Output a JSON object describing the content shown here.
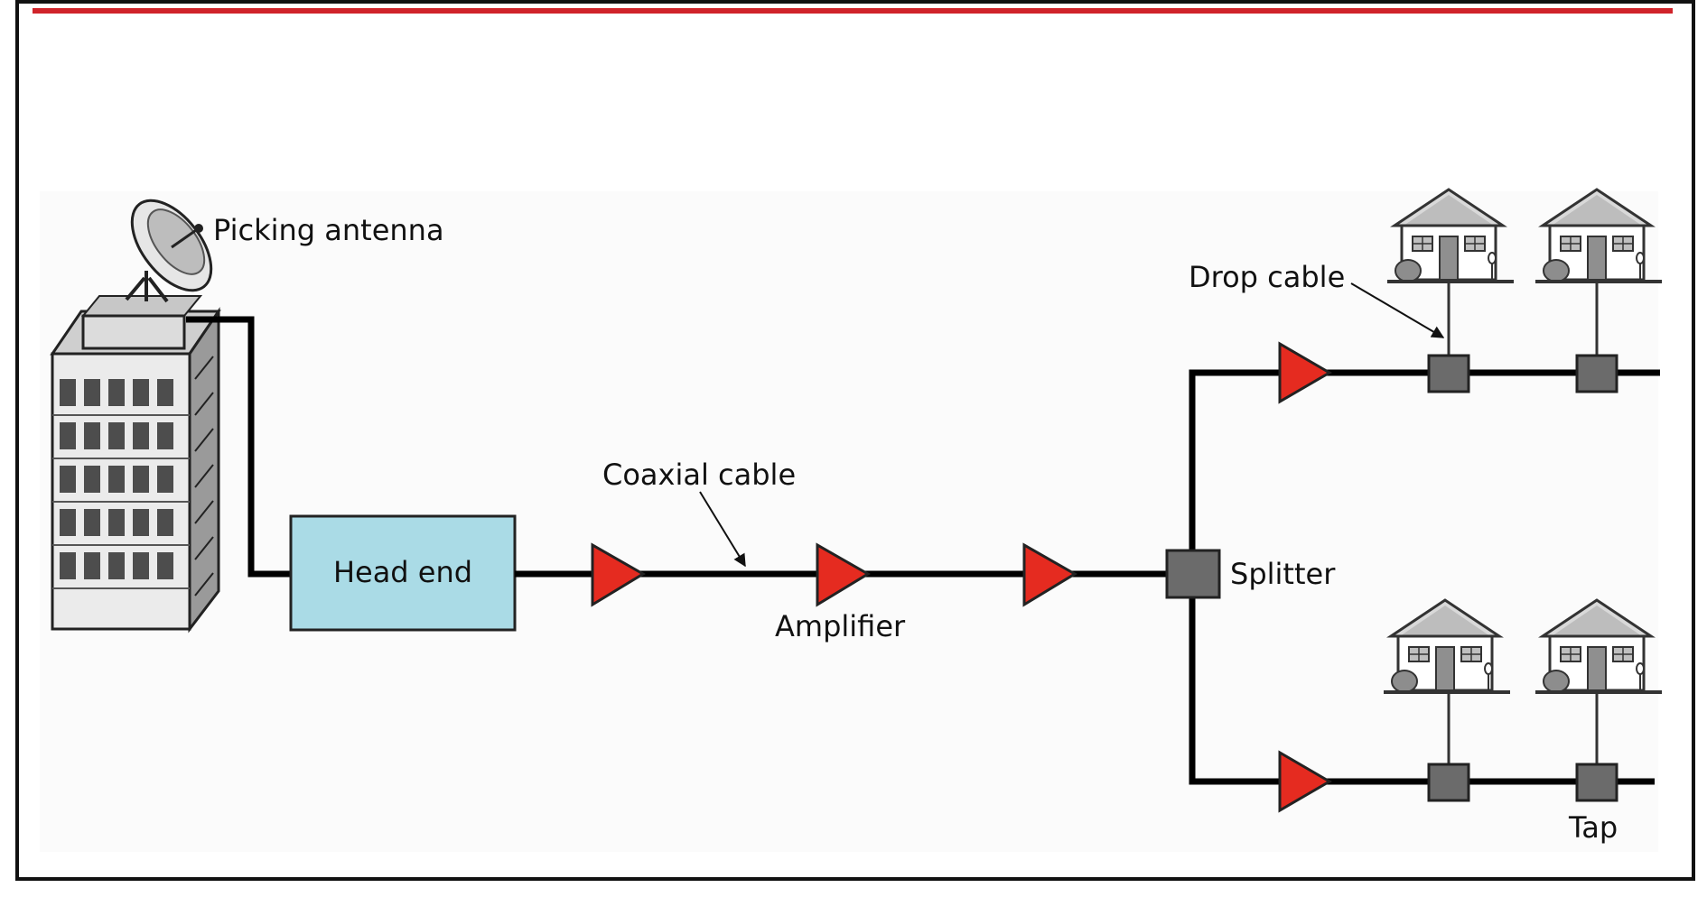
{
  "labels": {
    "antenna": "Picking antenna",
    "head_end": "Head end",
    "coaxial": "Coaxial cable",
    "amplifier": "Amplifier",
    "splitter": "Splitter",
    "drop_cable": "Drop cable",
    "tap": "Tap"
  },
  "colors": {
    "frame_border": "#111111",
    "top_rule": "#d0232a",
    "panel_bg": "#fbfbfb",
    "head_end_fill": "#aadbe6",
    "amplifier_fill": "#e52b20",
    "tap_fill": "#6b6b6b",
    "cable": "#000000"
  },
  "icons": {
    "antenna": "satellite-dish-icon",
    "building": "office-building-icon",
    "house": "house-icon",
    "amplifier": "triangle-amplifier-icon",
    "tap": "square-tap-icon"
  }
}
